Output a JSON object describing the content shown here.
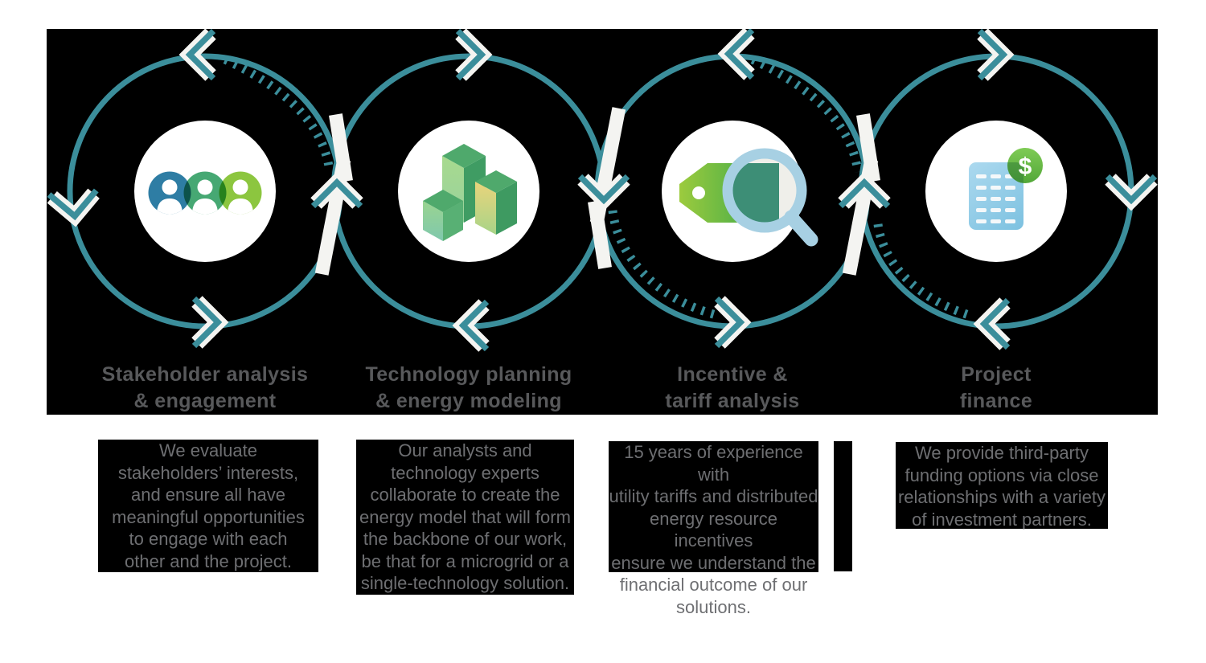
{
  "diagram": {
    "type": "process-infographic",
    "dollar_sign": "$",
    "steps": [
      {
        "id": 1,
        "icon": "people-icon",
        "title": [
          "Stakeholder analysis",
          "& engagement"
        ],
        "description": [
          "We evaluate",
          "stakeholders’ interests,",
          "and ensure all have",
          "meaningful opportunities",
          "to engage with each",
          "other and the project."
        ]
      },
      {
        "id": 2,
        "icon": "energy-model-buildings-icon",
        "title": [
          "Technology planning",
          "& energy modeling"
        ],
        "description": [
          "Our analysts and",
          "technology experts",
          "collaborate to create the",
          "energy model that will form",
          "the backbone of our work,",
          "be that for a microgrid or a",
          "single-technology solution."
        ]
      },
      {
        "id": 3,
        "icon": "price-tag-magnifier-icon",
        "title": [
          "Incentive &",
          "tariff analysis"
        ],
        "description": [
          "15 years of experience with",
          "utility tariffs and distributed",
          "energy resource incentives",
          "ensure we understand the",
          "financial outcome of our",
          "solutions."
        ]
      },
      {
        "id": 4,
        "icon": "spreadsheet-dollar-icon",
        "title": [
          "Project",
          "finance"
        ],
        "description": [
          "We provide third-party",
          "funding options via close",
          "relationships with a variety",
          "of investment partners."
        ]
      }
    ],
    "colors": {
      "teal": "#3B8E9B",
      "panel_background": "#000000",
      "arrow_white": "#F4F4F1",
      "heading_text": "#58595B",
      "body_text": "#6E6F72",
      "people_blue": "#2E7DA4",
      "people_green": "#46A873",
      "people_light_green": "#8CC63F",
      "tag_green_start": "#9CCB3E",
      "tag_green_end": "#2EA34A",
      "magnifier_blue": "#A7D0E3",
      "document_blue": "#8FCCE8",
      "dollar_green": "#63B845"
    }
  }
}
